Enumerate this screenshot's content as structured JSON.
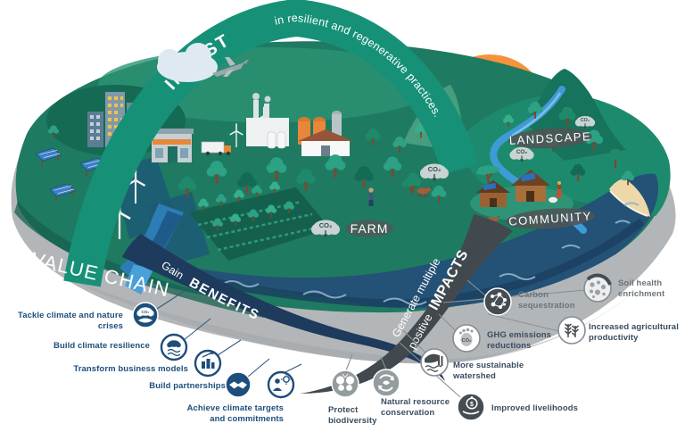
{
  "colors": {
    "teal_ribbon": "#169178",
    "navy_ribbon": "#1e3a5c",
    "charcoal_ribbon": "#41494e",
    "island_green": "#1e7a61",
    "ocean": "#245176",
    "sun": "#f5923c",
    "base_gray": "#b3b6b8",
    "benefit_text": "#1d4e7c",
    "impact_text": "#3a4c5f",
    "impact_text_muted": "#6b747b"
  },
  "ribbons": {
    "invest": {
      "word": "INVEST",
      "phrase": "in resilient and regenerative practices."
    },
    "benefits": {
      "prefix": "Gain",
      "word": "BENEFITS"
    },
    "impacts": {
      "line1": "Generate multiple",
      "prefix": "positive",
      "word": "IMPACTS"
    }
  },
  "island": {
    "value_chain_label": "VALUE CHAIN",
    "area_labels": {
      "landscape": "LANDSCAPE",
      "farm": "FARM",
      "community": "COMMUNITY"
    },
    "co2_label": "CO₂"
  },
  "icon_text": {
    "co2": "CO₂",
    "dollar": "$"
  },
  "benefits": {
    "items": [
      {
        "line1": "Tackle climate and nature crises",
        "icon": "co2-capture-icon"
      },
      {
        "line1": "Build climate resilience",
        "icon": "climate-resilience-icon"
      },
      {
        "line1": "Transform business models",
        "icon": "business-models-icon"
      },
      {
        "line1": "Build partnerships",
        "icon": "handshake-icon"
      },
      {
        "line1": "Achieve climate targets",
        "line2": "and commitments",
        "icon": "targets-icon"
      }
    ]
  },
  "impacts": {
    "items": [
      {
        "line1": "Protect",
        "line2": "biodiversity",
        "icon": "butterfly-icon"
      },
      {
        "line1": "Natural resource",
        "line2": "conservation",
        "icon": "recycle-leaf-icon"
      },
      {
        "line1": "Improved livelihoods",
        "icon": "money-hand-icon"
      },
      {
        "line1": "More sustainable",
        "line2": "watershed",
        "icon": "waterfall-icon"
      },
      {
        "line1": "GHG emissions",
        "line2": "reductions",
        "icon": "footprint-icon"
      },
      {
        "line1": "Carbon",
        "line2": "sequestration",
        "icon": "molecule-icon"
      },
      {
        "line1": "Soil health",
        "line2": "enrichment",
        "icon": "soil-icon"
      },
      {
        "line1": "Increased agricultural",
        "line2": "productivity",
        "icon": "wheat-icon"
      }
    ]
  }
}
